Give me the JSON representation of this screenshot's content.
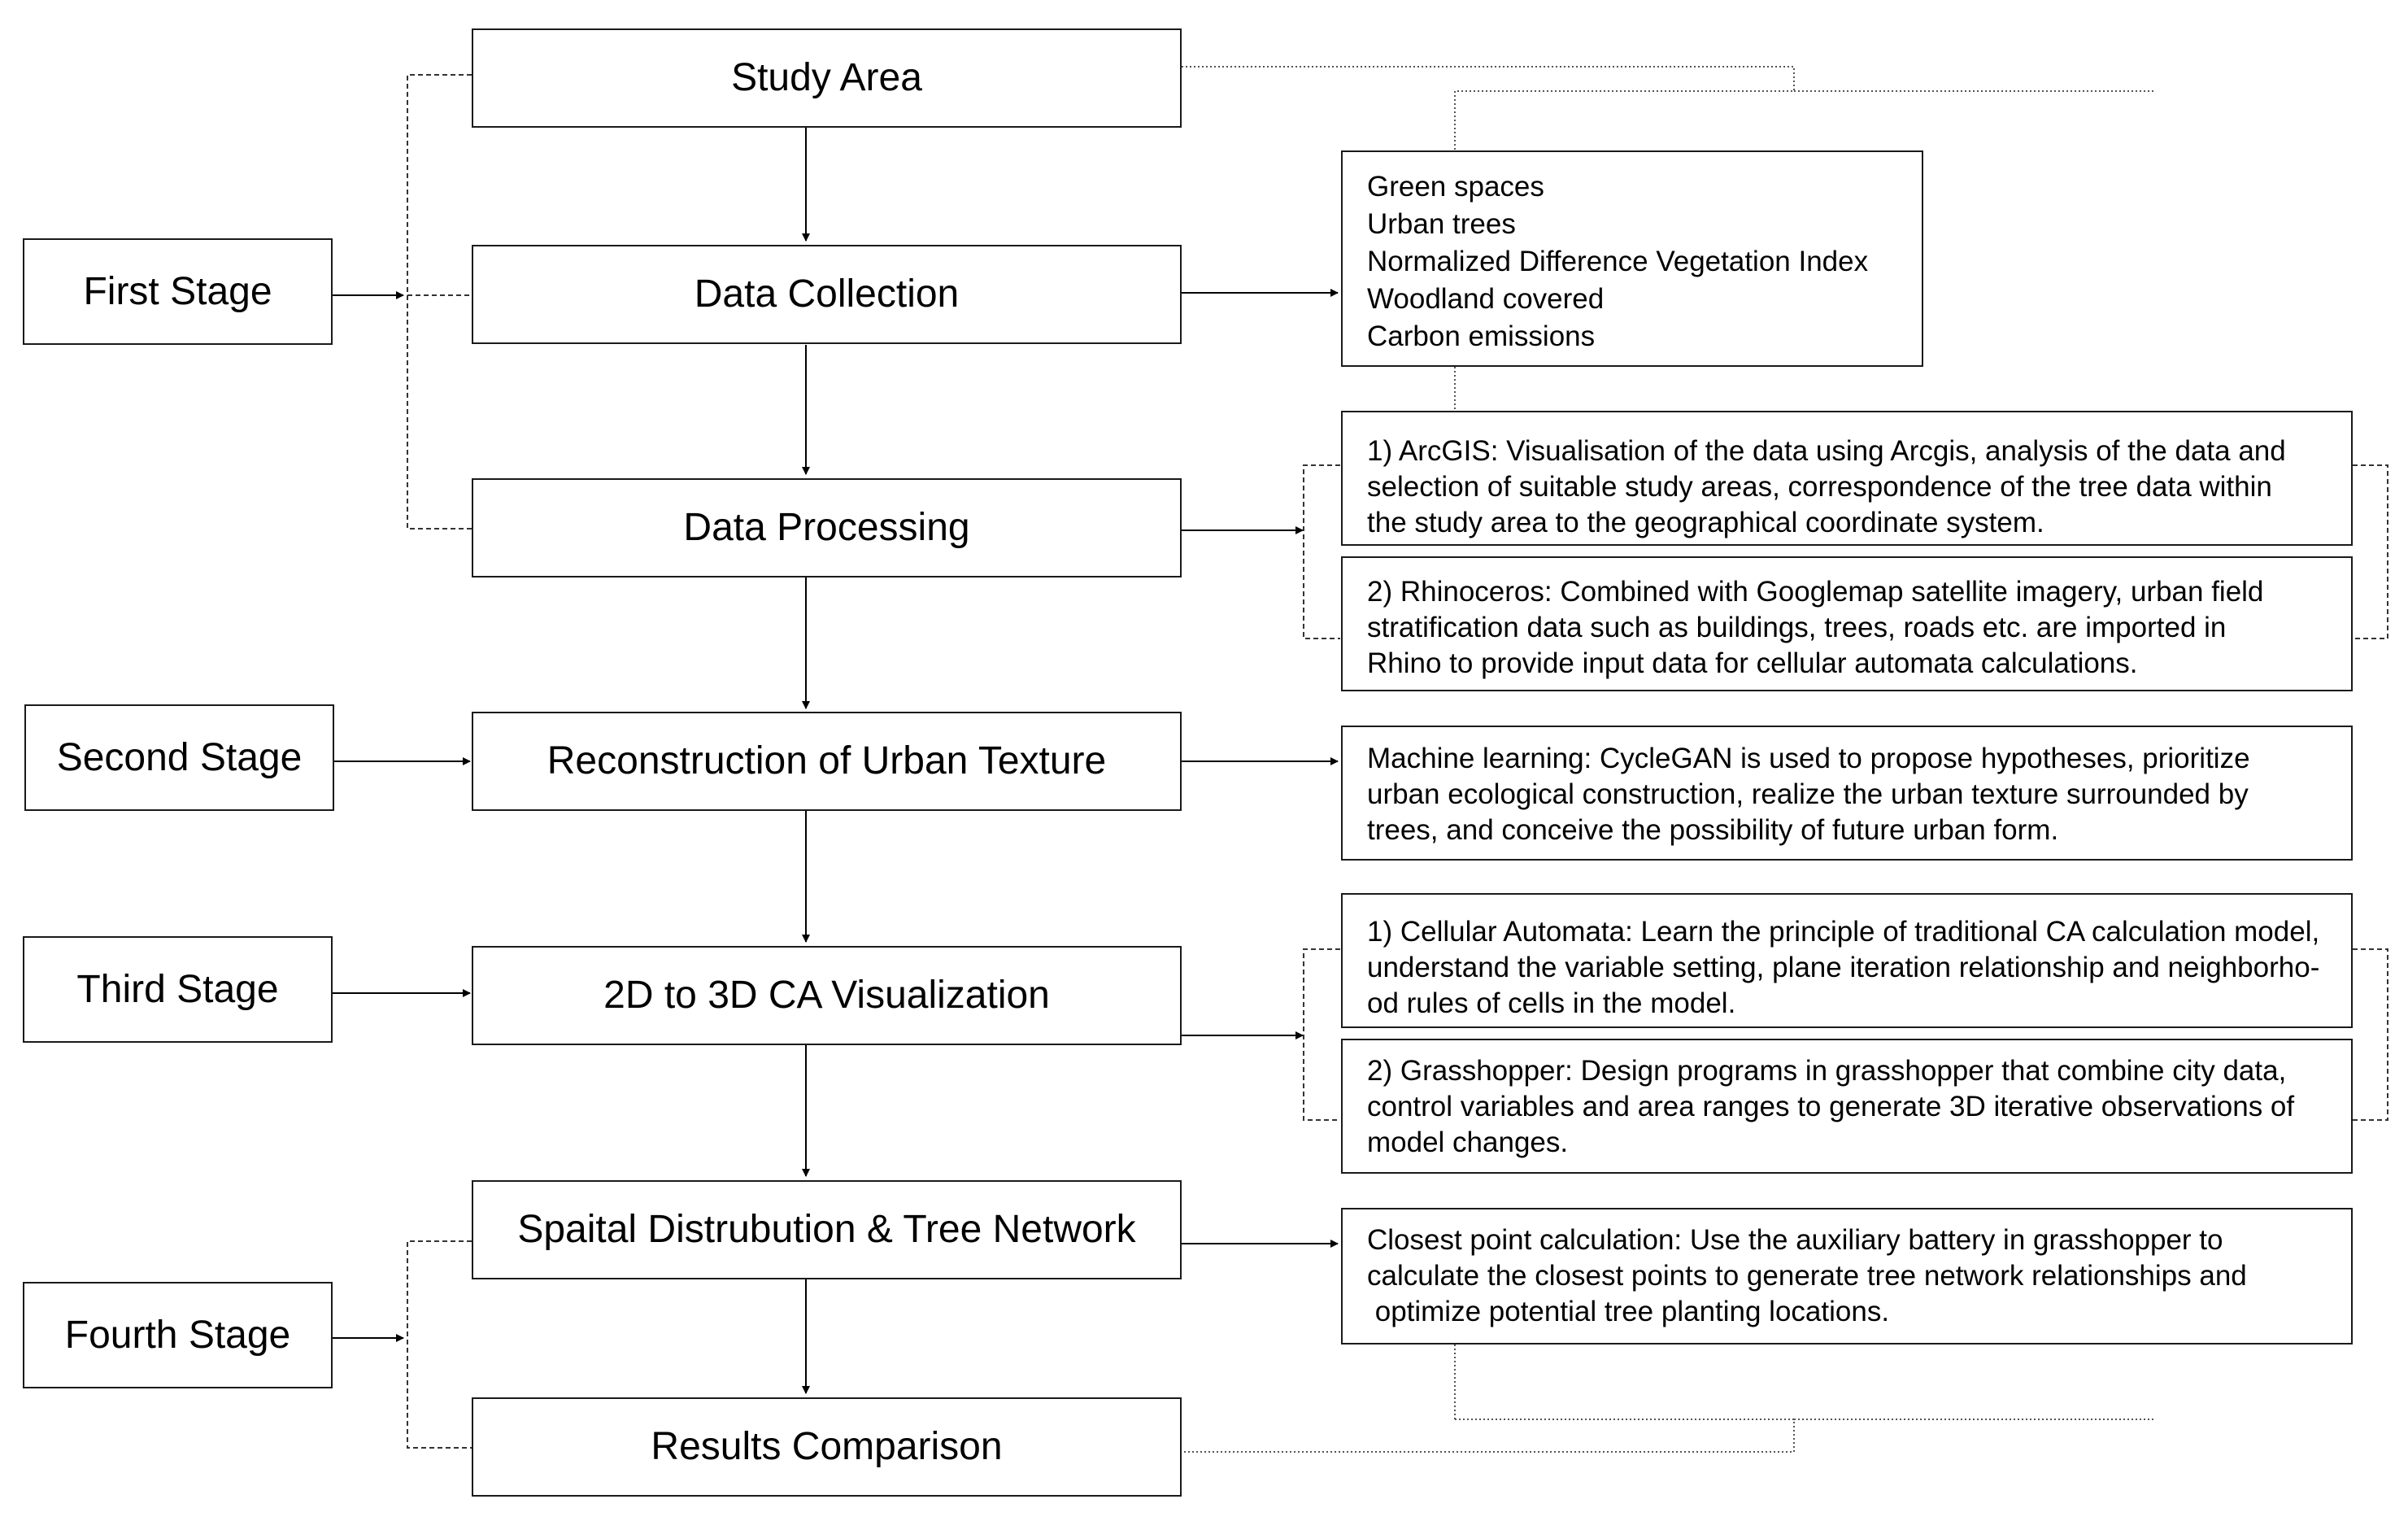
{
  "stages": {
    "first": "First Stage",
    "second": "Second Stage",
    "third": "Third Stage",
    "fourth": "Fourth Stage"
  },
  "steps": {
    "study_area": "Study Area",
    "data_collection": "Data Collection",
    "data_processing": "Data Processing",
    "reconstruction": "Reconstruction of Urban Texture",
    "ca_visualization": "2D to 3D CA Visualization",
    "spatial_distribution": "Spaital Distrubution & Tree Network",
    "results_comparison": "Results Comparison"
  },
  "details": {
    "data_list": [
      "Green spaces",
      "Urban trees",
      "Normalized Difference Vegetation Index",
      "Woodland covered",
      "Carbon emissions"
    ],
    "arcgis": [
      "1) ArcGIS: Visualisation of the data using Arcgis, analysis of the data and",
      "selection of suitable study areas, correspondence of the tree data within",
      "the study area to the geographical coordinate system."
    ],
    "rhinoceros": [
      "2) Rhinoceros: Combined with Googlemap satellite imagery, urban field",
      "stratification data such as buildings, trees, roads etc. are imported in",
      "Rhino to provide input data for cellular automata calculations."
    ],
    "machine_learning": [
      "Machine learning: CycleGAN is used to propose hypotheses, prioritize",
      "urban ecological construction, realize the urban texture surrounded by",
      "trees, and conceive the possibility of future urban form."
    ],
    "cellular_automata": [
      "1) Cellular Automata: Learn the principle of traditional CA calculation model,",
      "understand the variable setting, plane iteration relationship and neighborho-",
      "od rules of cells in the model."
    ],
    "grasshopper": [
      "2) Grasshopper: Design programs in grasshopper that combine city data,",
      "control variables and area ranges to generate 3D iterative observations of",
      "model changes."
    ],
    "closest_point": [
      "Closest point calculation: Use the auxiliary battery in grasshopper to",
      "calculate the closest points to generate tree network relationships and",
      " optimize potential tree planting locations."
    ]
  }
}
